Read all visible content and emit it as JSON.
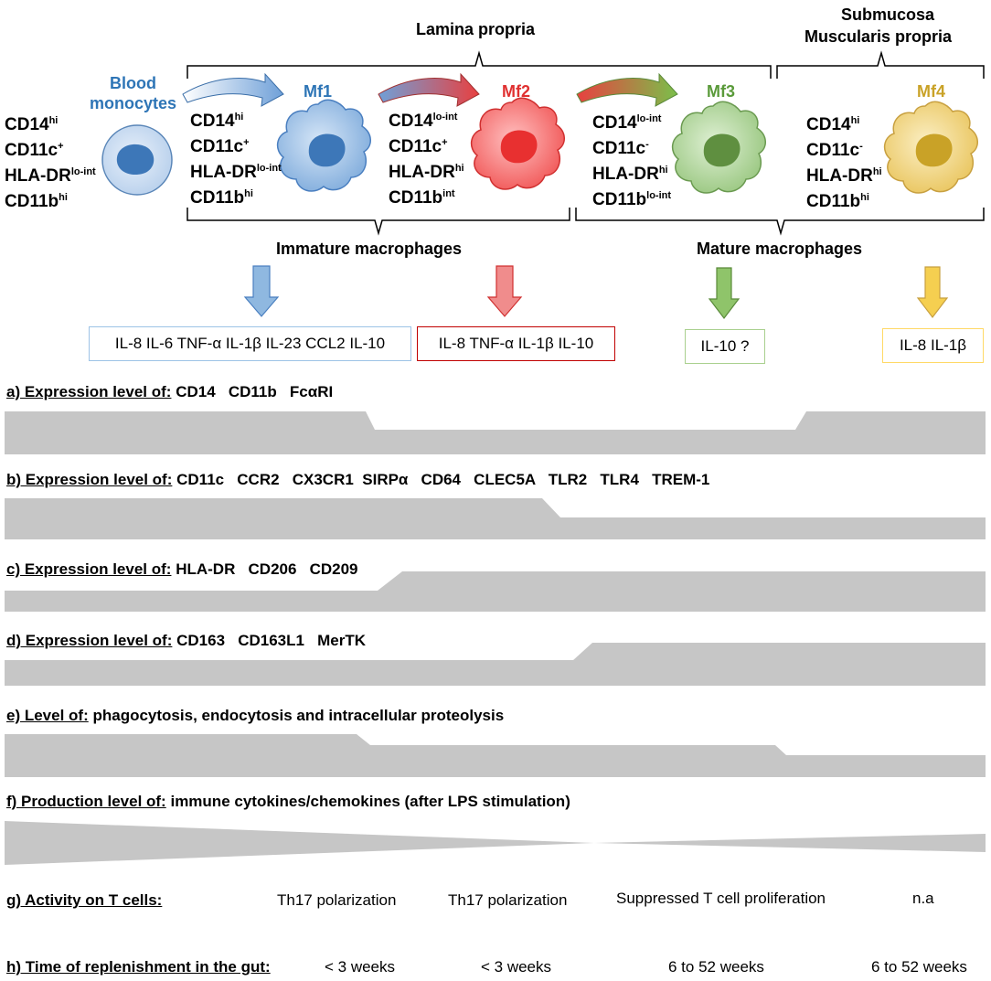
{
  "headers": {
    "lamina_propria": "Lamina propria",
    "submucosa": "Submucosa",
    "muscularis": "Muscularis propria",
    "immature": "Immature macrophages",
    "mature": "Mature macrophages"
  },
  "cells": {
    "blood": {
      "line1": "Blood",
      "line2": "monocytes",
      "color": "#2e75b6"
    },
    "mf1": {
      "name": "Mf1",
      "color": "#2e75b6"
    },
    "mf2": {
      "name": "Mf2",
      "color": "#e03030"
    },
    "mf3": {
      "name": "Mf3",
      "color": "#5a9a3a"
    },
    "mf4": {
      "name": "Mf4",
      "color": "#c9a227"
    }
  },
  "markers": {
    "blood": [
      {
        "base": "CD14",
        "sup": "hi"
      },
      {
        "base": "CD11c",
        "sup": "+"
      },
      {
        "base": "HLA-DR",
        "sup": "lo-int"
      },
      {
        "base": "CD11b",
        "sup": "hi"
      }
    ],
    "mf1": [
      {
        "base": "CD14",
        "sup": "hi"
      },
      {
        "base": "CD11c",
        "sup": "+"
      },
      {
        "base": "HLA-DR",
        "sup": "lo-int"
      },
      {
        "base": "CD11b",
        "sup": "hi"
      }
    ],
    "mf2": [
      {
        "base": "CD14",
        "sup": "lo-int"
      },
      {
        "base": "CD11c",
        "sup": "+"
      },
      {
        "base": "HLA-DR",
        "sup": "hi"
      },
      {
        "base": "CD11b",
        "sup": "int"
      }
    ],
    "mf3": [
      {
        "base": "CD14",
        "sup": "lo-int"
      },
      {
        "base": "CD11c",
        "sup": "-"
      },
      {
        "base": "HLA-DR",
        "sup": "hi"
      },
      {
        "base": "CD11b",
        "sup": "lo-int"
      }
    ],
    "mf4": [
      {
        "base": "CD14",
        "sup": "hi"
      },
      {
        "base": "CD11c",
        "sup": "-"
      },
      {
        "base": "HLA-DR",
        "sup": "hi"
      },
      {
        "base": "CD11b",
        "sup": "hi"
      }
    ]
  },
  "cytokines": {
    "mf1": "IL-8 IL-6 TNF-α IL-1β IL-23 CCL2 IL-10",
    "mf2": "IL-8 TNF-α IL-1β IL-10",
    "mf3": "IL-10 ?",
    "mf4": "IL-8 IL-1β"
  },
  "rows": {
    "a": {
      "label": "a) Expression level of:",
      "items": "CD14   CD11b   FcαRI"
    },
    "b": {
      "label": "b) Expression level of:",
      "items": "CD11c   CCR2   CX3CR1  SIRPα   CD64   CLEC5A   TLR2   TLR4   TREM-1"
    },
    "c": {
      "label": "c) Expression level of:",
      "items": "HLA-DR   CD206   CD209"
    },
    "d": {
      "label": "d) Expression level of:",
      "items": "CD163   CD163L1   MerTK"
    },
    "e": {
      "label": "e) Level of:",
      "items": "phagocytosis, endocytosis and intracellular proteolysis"
    },
    "f": {
      "label": "f) Production level of:",
      "items": "immune cytokines/chemokines (after LPS stimulation)"
    },
    "g": {
      "label": "g) Activity on T cells:",
      "values": [
        "Th17 polarization",
        "Th17 polarization",
        "Suppressed T cell proliferation",
        "n.a"
      ]
    },
    "h": {
      "label": "h) Time of replenishment in the gut:",
      "values": [
        "< 3 weeks",
        "< 3 weeks",
        "6 to 52 weeks",
        "6 to 52 weeks"
      ]
    }
  },
  "colors": {
    "band": "#c6c6c6",
    "blue_arrow": "#8fb8e0",
    "red_arrow": "#f08c8c",
    "green_arrow": "#8fc46a",
    "yellow_arrow": "#f5cf50",
    "mf1_box": "#9dc3e6",
    "mf2_box": "#c00000",
    "mf3_box": "#a9d08e",
    "mf4_box": "#ffd966"
  }
}
